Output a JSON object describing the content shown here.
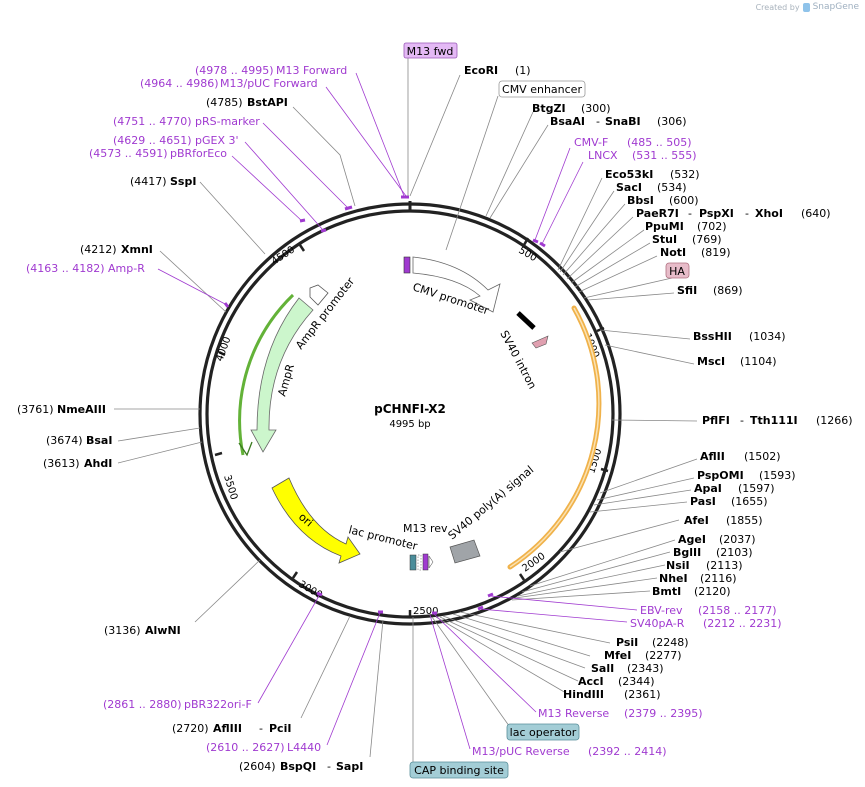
{
  "credit": {
    "prefix": "Created by",
    "brand": "SnapGene"
  },
  "plasmid": {
    "name": "pCHNFI-X2",
    "length": "4995 bp",
    "total_bp": 4995
  },
  "colors": {
    "backbone": "#222222",
    "site_line": "#888888",
    "primer": "#a03ad0",
    "cmv_promoter_fill": "#ffffff",
    "cmv_enhancer_fill": "#ffffff",
    "sv40_intron": "#000000",
    "sv40_polyA": "#a0a4a8",
    "ampr_fill": "#ccf6cc",
    "ampr_promoter_fill": "#ffffff",
    "ori_fill": "#ffff00",
    "lac_operator": "#a3cdd6",
    "cap_site": "#a3cdd6",
    "m13fwd_fill": "#e4b9f5",
    "ha_fill": "#e7bcc9",
    "orange_arc": "#f0b24a",
    "green_arc": "#63b238"
  },
  "ticks": [
    "500",
    "1000",
    "1500",
    "2000",
    "2500",
    "3000",
    "3500",
    "4000",
    "4500"
  ],
  "features": [
    {
      "id": "cmv-promoter",
      "label": "CMV promoter",
      "type": "arrow"
    },
    {
      "id": "sv40-intron",
      "label": "SV40 intron",
      "type": "bar"
    },
    {
      "id": "sv40-polya",
      "label": "SV40 poly(A) signal",
      "type": "block"
    },
    {
      "id": "lac-promoter",
      "label": "lac promoter",
      "type": "arrow"
    },
    {
      "id": "m13-rev",
      "label": "M13 rev",
      "type": "primer"
    },
    {
      "id": "ori",
      "label": "ori",
      "type": "arrow"
    },
    {
      "id": "ampr",
      "label": "AmpR",
      "type": "arrow"
    },
    {
      "id": "ampr-promoter",
      "label": "AmpR promoter",
      "type": "arrow"
    }
  ],
  "boxes": {
    "m13_fwd": "M13 fwd",
    "cmv_enhancer": "CMV enhancer",
    "ha": "HA",
    "lac_operator": "lac operator",
    "cap_binding_site": "CAP binding site"
  },
  "right_labels": [
    {
      "pos": "1",
      "name": "EcoRI",
      "text": "(1)"
    },
    {
      "name": "BtgZI",
      "text": "(300)"
    },
    {
      "name": "BsaAI",
      "name2": "SnaBI",
      "text": "(306)"
    },
    {
      "primer": true,
      "name": "CMV-F",
      "text": "(485 .. 505)"
    },
    {
      "primer": true,
      "name": "LNCX",
      "text": "(531 .. 555)"
    },
    {
      "name": "Eco53kI",
      "text": "(532)"
    },
    {
      "name": "SacI",
      "text": "(534)"
    },
    {
      "name": "BbsI",
      "text": "(600)"
    },
    {
      "name": "PaeR7I",
      "name2": "PspXI",
      "name3": "XhoI",
      "text": "(640)"
    },
    {
      "name": "PpuMI",
      "text": "(702)"
    },
    {
      "name": "StuI",
      "text": "(769)"
    },
    {
      "name": "NotI",
      "text": "(819)"
    },
    {
      "name": "SfiI",
      "text": "(869)"
    },
    {
      "name": "BssHII",
      "text": "(1034)"
    },
    {
      "name": "MscI",
      "text": "(1104)"
    },
    {
      "name": "PflFI",
      "name2": "Tth111I",
      "text": "(1266)"
    },
    {
      "name": "AflII",
      "text": "(1502)"
    },
    {
      "name": "PspOMI",
      "text": "(1593)"
    },
    {
      "name": "ApaI",
      "text": "(1597)"
    },
    {
      "name": "PasI",
      "text": "(1655)"
    },
    {
      "name": "AfeI",
      "text": "(1855)"
    },
    {
      "name": "AgeI",
      "text": "(2037)"
    },
    {
      "name": "BglII",
      "text": "(2103)"
    },
    {
      "name": "NsiI",
      "text": "(2113)"
    },
    {
      "name": "NheI",
      "text": "(2116)"
    },
    {
      "name": "BmtI",
      "text": "(2120)"
    },
    {
      "primer": true,
      "name": "EBV-rev",
      "text": "(2158 .. 2177)"
    },
    {
      "primer": true,
      "name": "SV40pA-R",
      "text": "(2212 .. 2231)"
    },
    {
      "name": "PsiI",
      "text": "(2248)"
    },
    {
      "name": "MfeI",
      "text": "(2277)"
    },
    {
      "name": "SalI",
      "text": "(2343)"
    },
    {
      "name": "AccI",
      "text": "(2344)"
    },
    {
      "name": "HindIII",
      "text": "(2361)"
    },
    {
      "primer": true,
      "name": "M13 Reverse",
      "text": "(2379 .. 2395)"
    },
    {
      "primer": true,
      "name": "M13/pUC Reverse",
      "text": "(2392 .. 2414)"
    }
  ],
  "left_labels": [
    {
      "primer": true,
      "name": "M13 Forward",
      "text": "(4978 .. 4995)"
    },
    {
      "primer": true,
      "name": "M13/pUC Forward",
      "text": "(4964 .. 4986)"
    },
    {
      "name": "BstAPI",
      "text": "(4785)"
    },
    {
      "primer": true,
      "name": "pRS-marker",
      "text": "(4751 .. 4770)"
    },
    {
      "primer": true,
      "name": "pGEX 3'",
      "text": "(4629 .. 4651)"
    },
    {
      "primer": true,
      "name": "pBRforEco",
      "text": "(4573 .. 4591)"
    },
    {
      "name": "SspI",
      "text": "(4417)"
    },
    {
      "name": "XmnI",
      "text": "(4212)"
    },
    {
      "primer": true,
      "name": "Amp-R",
      "text": "(4163 .. 4182)"
    },
    {
      "name": "NmeAIII",
      "text": "(3761)"
    },
    {
      "name": "BsaI",
      "text": "(3674)"
    },
    {
      "name": "AhdI",
      "text": "(3613)"
    },
    {
      "name": "AlwNI",
      "text": "(3136)"
    },
    {
      "primer": true,
      "name": "pBR322ori-F",
      "text": "(2861 .. 2880)"
    },
    {
      "name": "AflIII",
      "name2": "PciI",
      "text": "(2720)"
    },
    {
      "primer": true,
      "name": "L4440",
      "text": "(2610 .. 2627)"
    },
    {
      "name": "BspQI",
      "name2": "SapI",
      "text": "(2604)"
    }
  ]
}
